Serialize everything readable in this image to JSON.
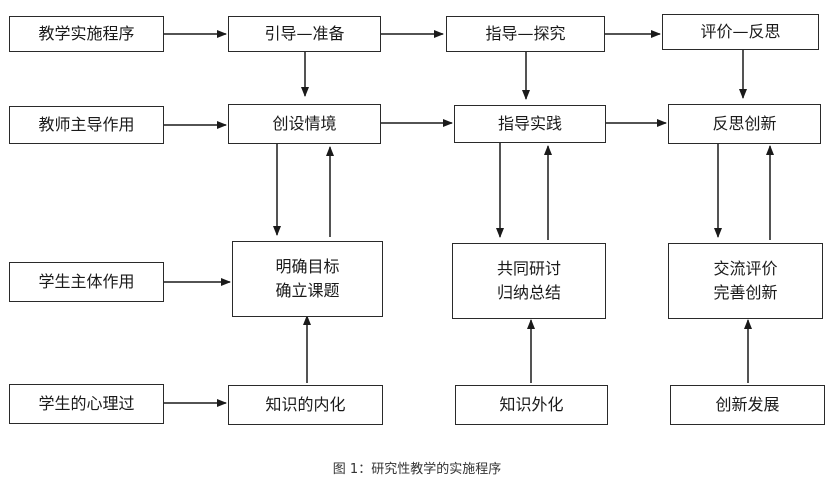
{
  "rows": {
    "procedure": {
      "label": "教学实施程序",
      "stages": [
        "引导—准备",
        "指导—探究",
        "评价—反思"
      ]
    },
    "teacher": {
      "label": "教师主导作用",
      "stages": [
        "创设情境",
        "指导实践",
        "反思创新"
      ]
    },
    "student": {
      "label": "学生主体作用",
      "stages": [
        {
          "line1": "明确目标",
          "line2": "确立课题"
        },
        {
          "line1": "共同研讨",
          "line2": "归纳总结"
        },
        {
          "line1": "交流评价",
          "line2": "完善创新"
        }
      ]
    },
    "psychology": {
      "label": "学生的心理过",
      "stages": [
        "知识的内化",
        "知识外化",
        "创新发展"
      ]
    }
  },
  "caption": "图 1：研究性教学的实施程序"
}
